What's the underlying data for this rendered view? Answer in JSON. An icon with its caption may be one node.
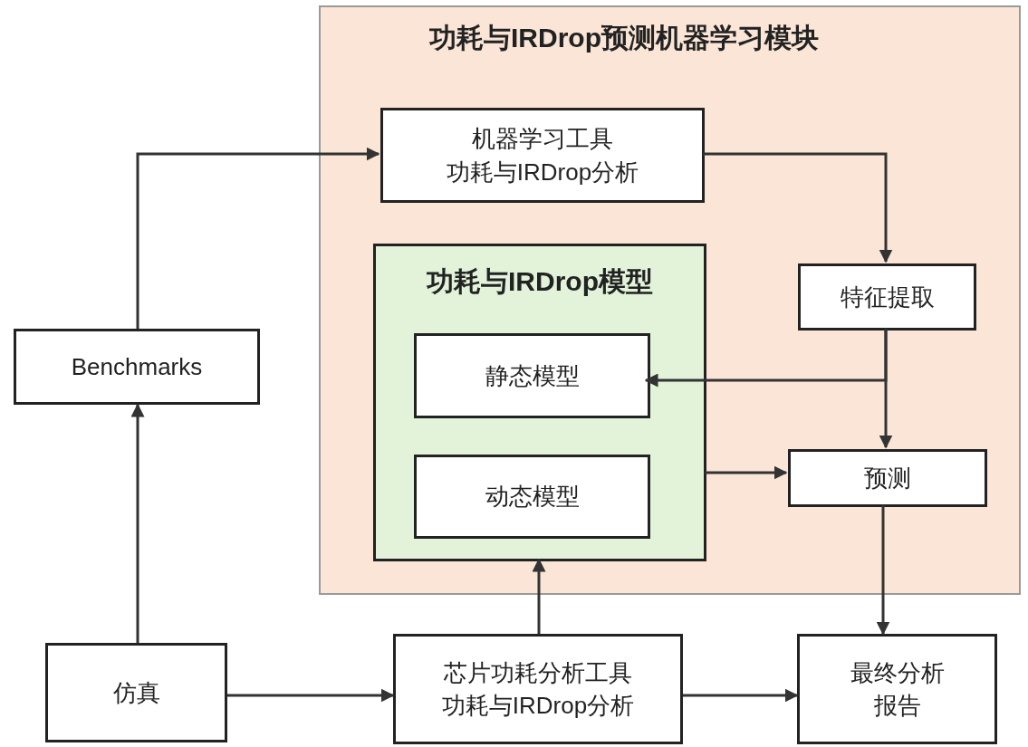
{
  "diagram": {
    "nodes": [
      {
        "text": [
          "功耗与IRDrop预测机器学习模块"
        ]
      },
      {
        "text": [
          "机器学习工具功耗与IRDrop分析"
        ],
        "in": 0
      },
      {
        "text": [
          "功耗与IRDrop模型"
        ],
        "in": 0
      },
      {
        "text": [
          "静态模型"
        ],
        "in": 2
      },
      {
        "text": [
          "动态模型"
        ],
        "in": 2
      },
      {
        "text": [
          "特征提取"
        ],
        "in": 0
      },
      {
        "text": [
          "预测"
        ],
        "in": 0
      },
      {
        "text": [
          "Benchmarks"
        ]
      },
      {
        "text": [
          "仿真"
        ]
      },
      {
        "text": [
          "芯片功耗分析工具功耗与IRDrop分析"
        ]
      },
      {
        "text": [
          "最终分析报告"
        ]
      }
    ],
    "edges": [
      {
        "from": 7,
        "to": 1,
        "arrow": "to"
      },
      {
        "from": 1,
        "to": 5,
        "arrow": "to"
      },
      {
        "from": 5,
        "to": 3,
        "arrow": "to"
      },
      {
        "from": 5,
        "to": 6,
        "arrow": "to"
      },
      {
        "from": 2,
        "to": 6,
        "arrow": "to"
      },
      {
        "from": 6,
        "to": 10,
        "arrow": "to"
      },
      {
        "from": 8,
        "to": 7,
        "arrow": "to"
      },
      {
        "from": 8,
        "to": 9,
        "arrow": "to"
      },
      {
        "from": 9,
        "to": 2,
        "arrow": "to"
      },
      {
        "from": 9,
        "to": 10,
        "arrow": "to"
      }
    ]
  }
}
